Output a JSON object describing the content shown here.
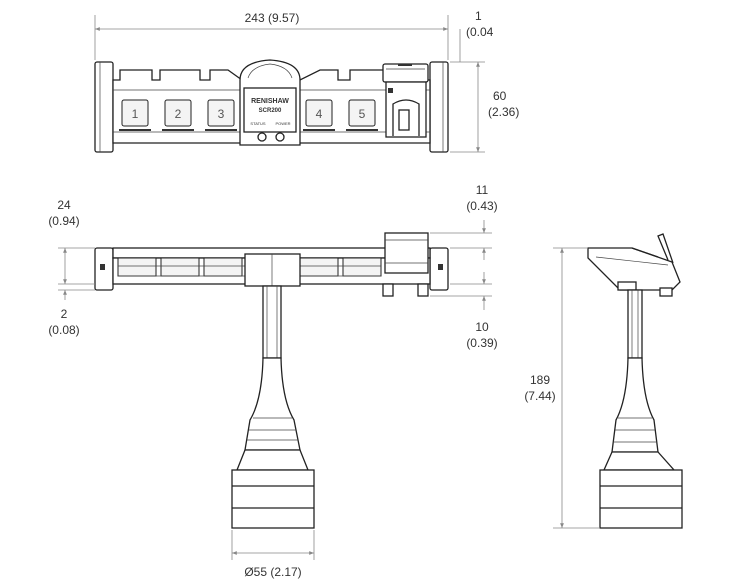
{
  "dimensions": {
    "top_width": {
      "value": "243",
      "alt": "(9.57)"
    },
    "top_offset": {
      "value": "1",
      "alt": "(0.04"
    },
    "top_height": {
      "value": "60",
      "alt": "(2.36)"
    },
    "side_top": {
      "value": "24",
      "alt": "(0.94)"
    },
    "side_bottom": {
      "value": "2",
      "alt": "(0.08)"
    },
    "side_lid": {
      "value": "11",
      "alt": "(0.43)"
    },
    "side_drop": {
      "value": "10",
      "alt": "(0.39)"
    },
    "total_height": {
      "value": "189",
      "alt": "(7.44)"
    },
    "base_diameter": {
      "label": "Ø55 (2.17)"
    }
  },
  "top_view": {
    "slots": [
      "1",
      "2",
      "3",
      "4",
      "5"
    ],
    "brand": "RENISHAW",
    "model": "SCR200",
    "left_led": "STATUS",
    "right_led": "POWER"
  }
}
